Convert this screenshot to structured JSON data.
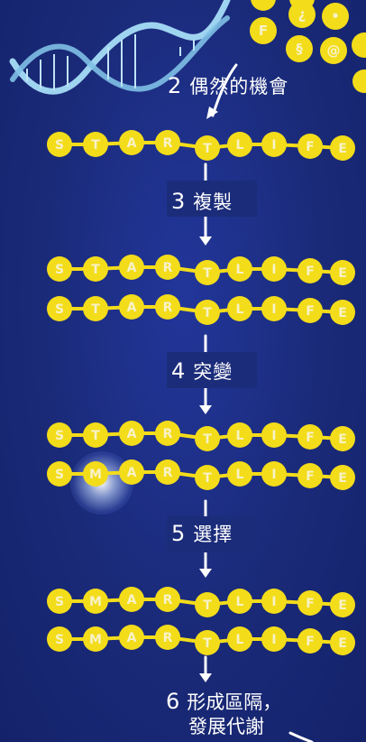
{
  "colors": {
    "background": "#1b2c7a",
    "bead": "#f3dc1a",
    "bead_letter": "#f7f2c8",
    "helix": "#9fd4f0"
  },
  "corner_bead_letters": [
    "",
    "",
    "F",
    "¿",
    "•",
    "§",
    "@",
    ""
  ],
  "steps": [
    {
      "num": "2",
      "label": "偶然的機會"
    },
    {
      "num": "3",
      "label": "複製"
    },
    {
      "num": "4",
      "label": "突變"
    },
    {
      "num": "5",
      "label": "選擇"
    }
  ],
  "final_step": {
    "num": "6",
    "line1": "形成區隔，",
    "line2": "發展代謝"
  },
  "strands": [
    [
      "S",
      "T",
      "A",
      "R",
      "T",
      "L",
      "I",
      "F",
      "E"
    ],
    [
      "S",
      "T",
      "A",
      "R",
      "T",
      "L",
      "I",
      "F",
      "E"
    ],
    [
      "S",
      "T",
      "A",
      "R",
      "T",
      "L",
      "I",
      "F",
      "E"
    ],
    [
      "S",
      "T",
      "A",
      "R",
      "T",
      "L",
      "I",
      "F",
      "E"
    ],
    [
      "S",
      "M",
      "A",
      "R",
      "T",
      "L",
      "I",
      "F",
      "E"
    ],
    [
      "S",
      "M",
      "A",
      "R",
      "T",
      "L",
      "I",
      "F",
      "E"
    ],
    [
      "S",
      "M",
      "A",
      "R",
      "T",
      "L",
      "I",
      "F",
      "E"
    ]
  ]
}
